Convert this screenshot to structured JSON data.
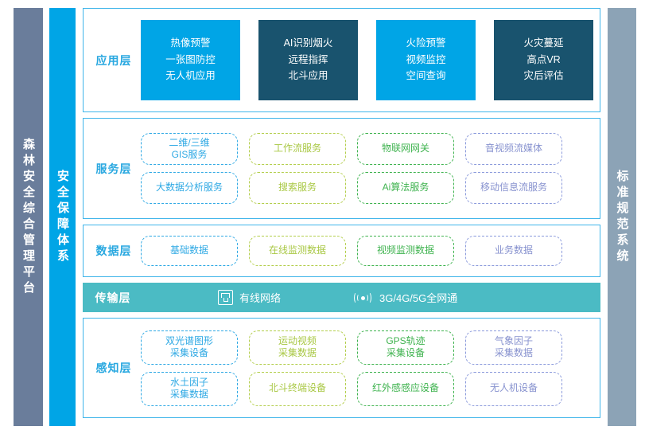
{
  "sidebars": {
    "left_platform": "森林安全综合管理平台",
    "left_security": "安全保障体系",
    "right_standard": "标准规范系统"
  },
  "colors": {
    "platform_bar": "#6A7D9B",
    "security_bar": "#00A5E6",
    "standard_bar": "#8CA3B6",
    "panel_border": "#3FB5EA",
    "label_blue": "#29A8E0",
    "app_cyan": "#00A5E6",
    "app_teal": "#19536E",
    "transmission_bar": "#4BBBC4",
    "pill_blue": "#2FA9E4",
    "pill_olive": "#B3CE4B",
    "pill_green": "#3FB34F",
    "pill_violet": "#8C9BDC"
  },
  "layers": {
    "application": {
      "label": "应用层",
      "cards": [
        {
          "style": "cyan",
          "lines": [
            "热像预警",
            "一张图防控",
            "无人机应用"
          ]
        },
        {
          "style": "teal",
          "lines": [
            "AI识别烟火",
            "远程指挥",
            "北斗应用"
          ]
        },
        {
          "style": "cyan",
          "lines": [
            "火险预警",
            "视频监控",
            "空间查询"
          ]
        },
        {
          "style": "teal",
          "lines": [
            "火灾蔓延",
            "高点VR",
            "灾后评估"
          ]
        }
      ]
    },
    "service": {
      "label": "服务层",
      "rows": [
        [
          {
            "color": "c-blue",
            "lines": [
              "二维/三维",
              "GIS服务"
            ]
          },
          {
            "color": "c-olive",
            "lines": [
              "工作流服务"
            ]
          },
          {
            "color": "c-green",
            "lines": [
              "物联网网关"
            ]
          },
          {
            "color": "c-violet",
            "lines": [
              "音视频流媒体"
            ]
          }
        ],
        [
          {
            "color": "c-blue",
            "lines": [
              "大数据分析服务"
            ]
          },
          {
            "color": "c-olive",
            "lines": [
              "搜索服务"
            ]
          },
          {
            "color": "c-green",
            "lines": [
              "Ai算法服务"
            ]
          },
          {
            "color": "c-violet",
            "lines": [
              "移动信息流服务"
            ]
          }
        ]
      ]
    },
    "data": {
      "label": "数据层",
      "rows": [
        [
          {
            "color": "c-blue",
            "lines": [
              "基础数据"
            ]
          },
          {
            "color": "c-olive",
            "lines": [
              "在线监测数据"
            ]
          },
          {
            "color": "c-green",
            "lines": [
              "视频监测数据"
            ]
          },
          {
            "color": "c-violet",
            "lines": [
              "业务数据"
            ]
          }
        ]
      ]
    },
    "transmission": {
      "label": "传输层",
      "items": [
        {
          "icon": "ethernet-port-icon",
          "text": "有线网络"
        },
        {
          "icon": "wireless-signal-icon",
          "text": "3G/4G/5G全网通"
        }
      ]
    },
    "perception": {
      "label": "感知层",
      "rows": [
        [
          {
            "color": "c-blue",
            "lines": [
              "双光谱图形",
              "采集设备"
            ]
          },
          {
            "color": "c-olive",
            "lines": [
              "运动视频",
              "采集数据"
            ]
          },
          {
            "color": "c-green",
            "lines": [
              "GPS轨迹",
              "采集设备"
            ]
          },
          {
            "color": "c-violet",
            "lines": [
              "气象因子",
              "采集数据"
            ]
          }
        ],
        [
          {
            "color": "c-blue",
            "lines": [
              "水土因子",
              "采集数据"
            ]
          },
          {
            "color": "c-olive",
            "lines": [
              "北斗终端设备"
            ]
          },
          {
            "color": "c-green",
            "lines": [
              "红外感感应设备"
            ]
          },
          {
            "color": "c-violet",
            "lines": [
              "无人机设备"
            ]
          }
        ]
      ]
    }
  }
}
